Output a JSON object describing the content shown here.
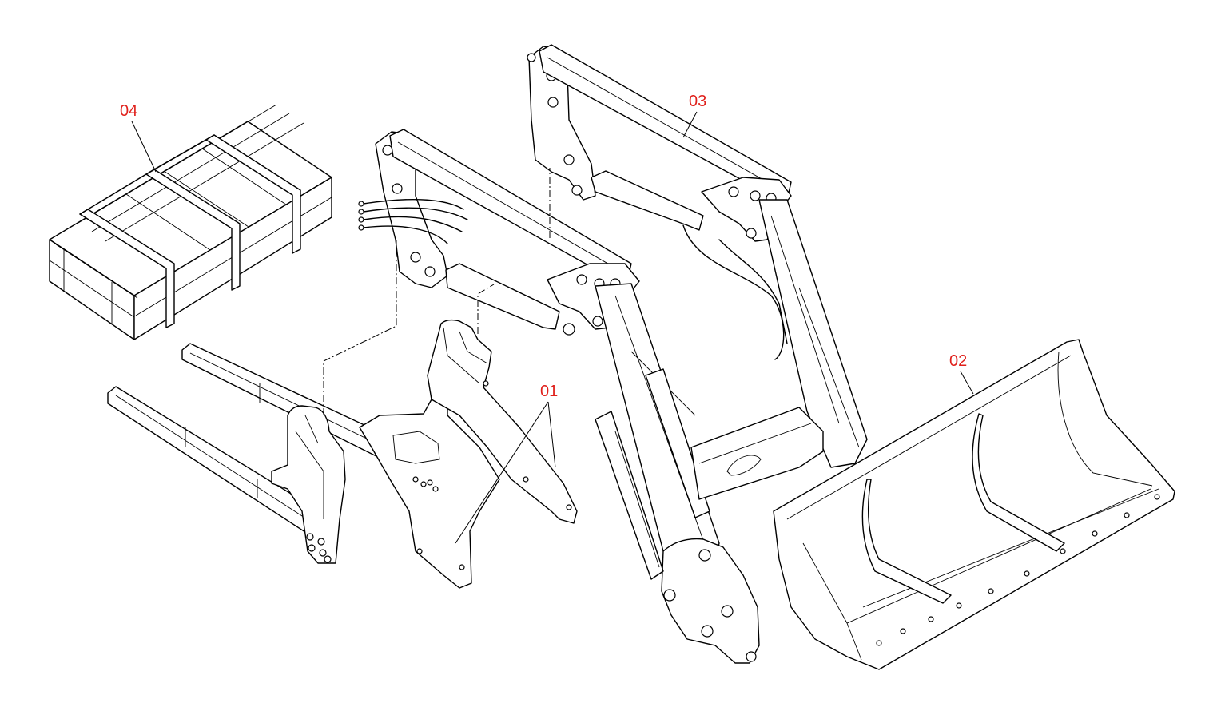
{
  "diagram": {
    "colors": {
      "callout": "#e0201b",
      "line": "#000000",
      "background": "#ffffff"
    },
    "callouts": [
      {
        "id": "01",
        "label": "01"
      },
      {
        "id": "02",
        "label": "02"
      },
      {
        "id": "03",
        "label": "03"
      },
      {
        "id": "04",
        "label": "04"
      }
    ]
  }
}
